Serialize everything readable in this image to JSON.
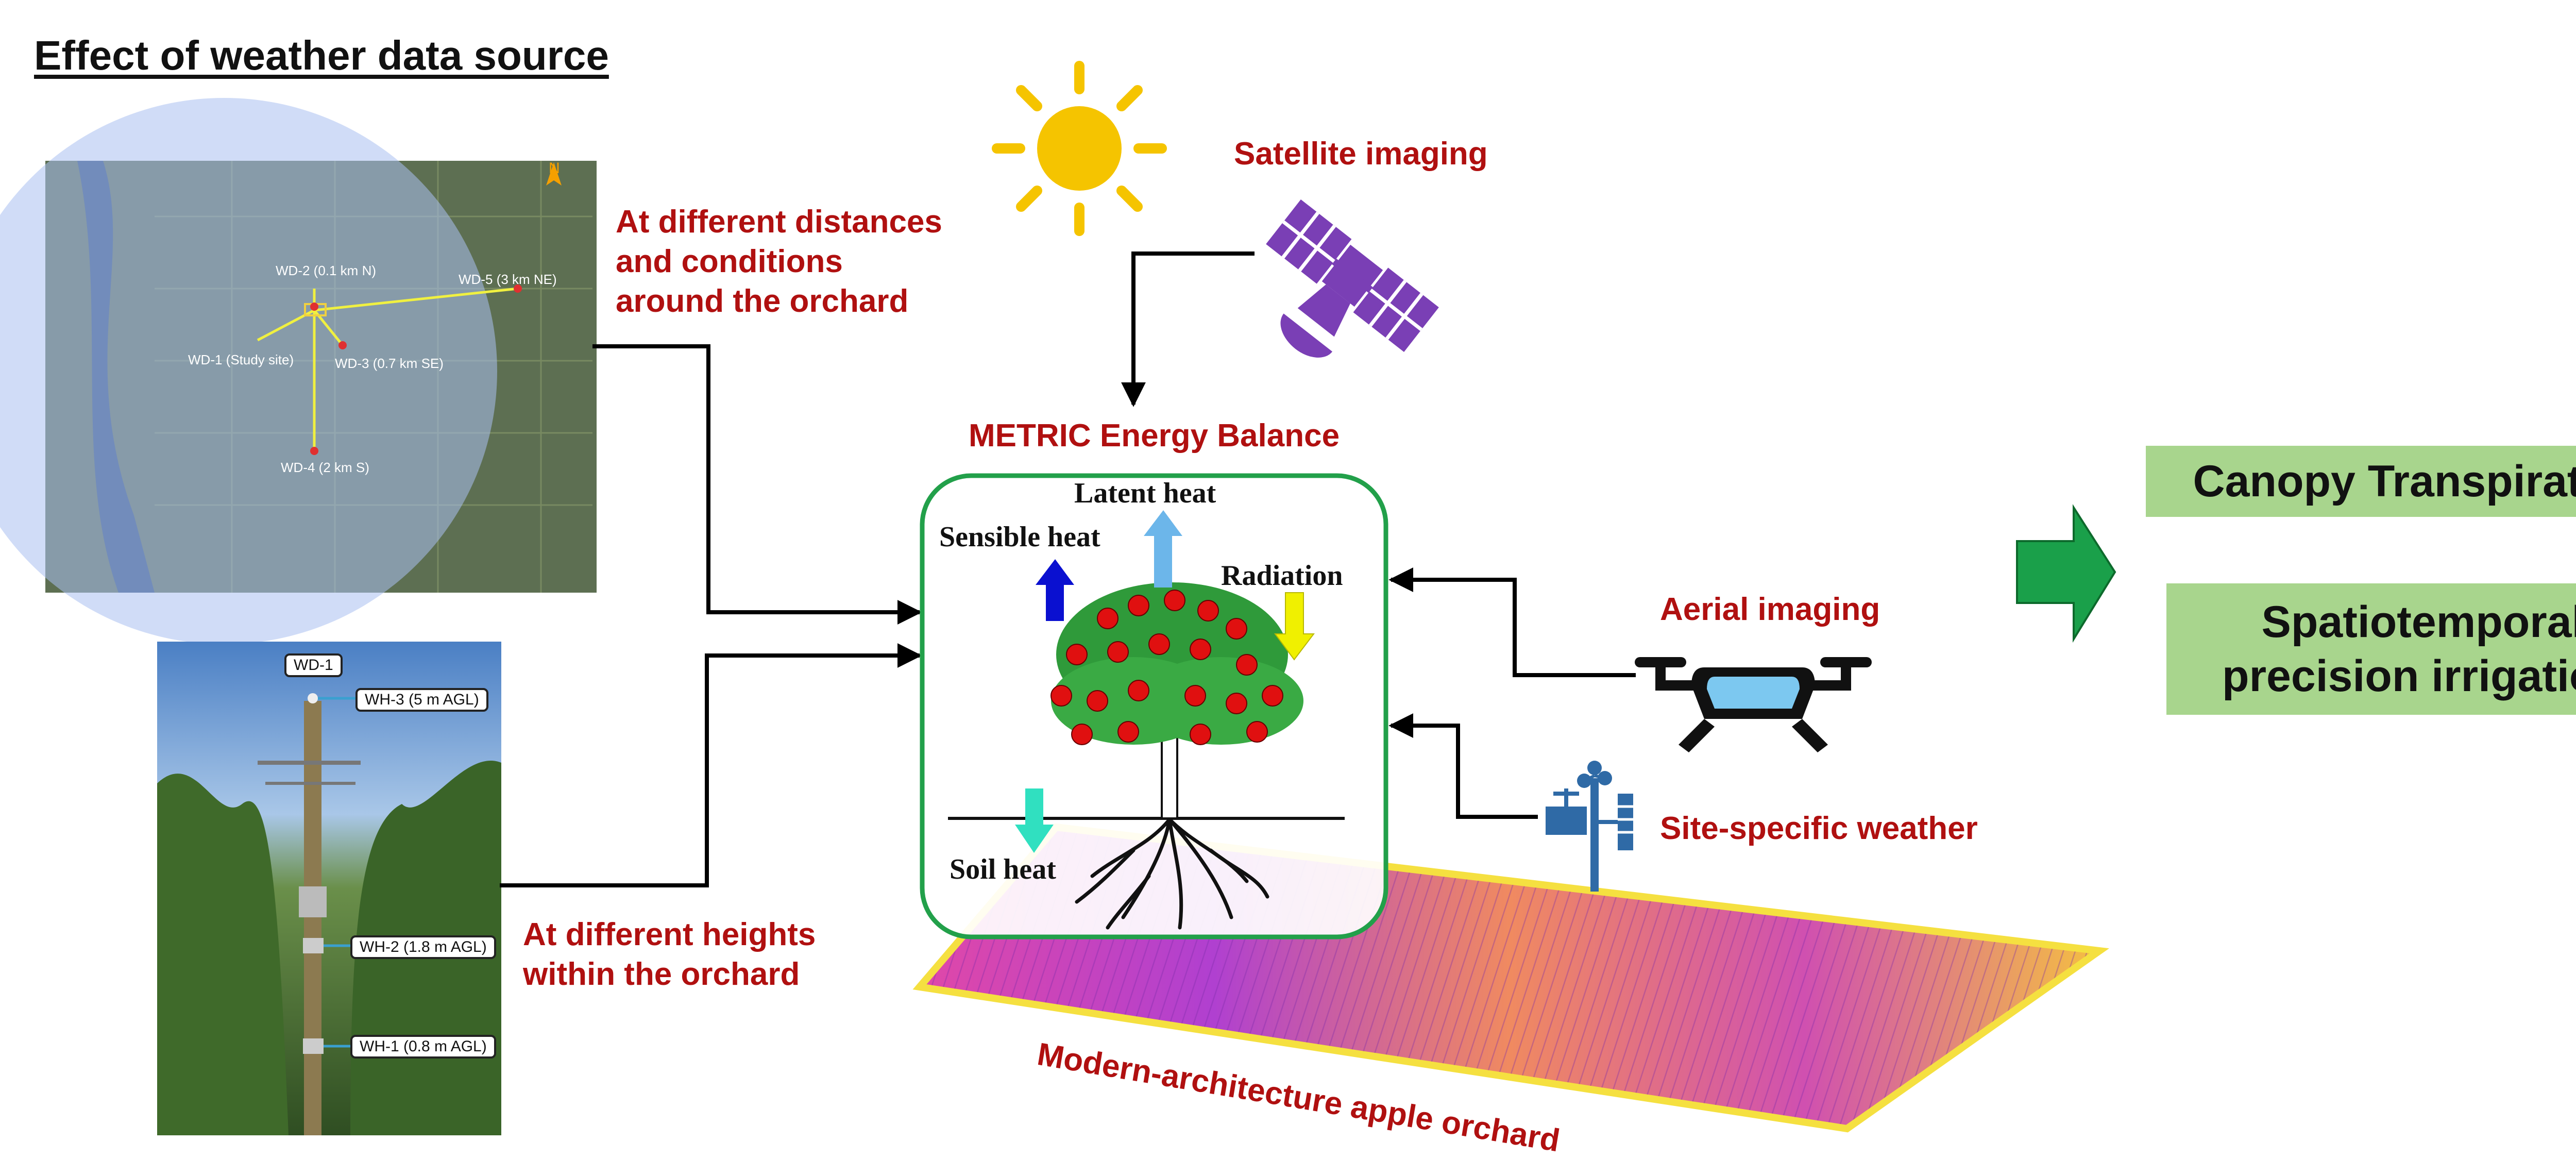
{
  "title": "Effect of weather data source",
  "sources": {
    "distances": "At different distances\nand conditions\naround the orchard",
    "heights": "At different heights\nwithin the orchard"
  },
  "map": {
    "north": "N",
    "points": [
      "WD-2 (0.1 km N)",
      "WD-5 (3 km NE)",
      "WD-1 (Study site)",
      "WD-3 (0.7 km SE)",
      "WD-4 (2 km S)"
    ]
  },
  "tower": {
    "station": "WD-1",
    "sensors": [
      "WH-3 (5 m AGL)",
      "WH-2 (1.8 m AGL)",
      "WH-1 (0.8 m AGL)"
    ]
  },
  "satellite_label": "Satellite imaging",
  "metric_label": "METRIC Energy Balance",
  "energy": {
    "latent": "Latent heat",
    "sensible": "Sensible heat",
    "radiation": "Radiation",
    "soil": "Soil heat"
  },
  "aerial_label": "Aerial imaging",
  "weather_label": "Site-specific weather",
  "orchard_label": "Modern-architecture apple orchard",
  "outputs": {
    "transpiration": "Canopy Transpiration",
    "irrigation": "Spatiotemporal\nprecision irrigation"
  },
  "colors": {
    "label_red": "#b01010",
    "output_green": "#a8d58d",
    "arrow_green": "#1aa04a",
    "box_border": "#22a04a",
    "satellite_purple": "#7a3fb5",
    "sun_yellow": "#f5c400",
    "station_blue": "#2f6aa6",
    "sensible_arrow": "#0a10d0",
    "latent_arrow": "#6cb6ea",
    "radiation_arrow": "#f0f000",
    "soil_arrow": "#30e0c0"
  }
}
